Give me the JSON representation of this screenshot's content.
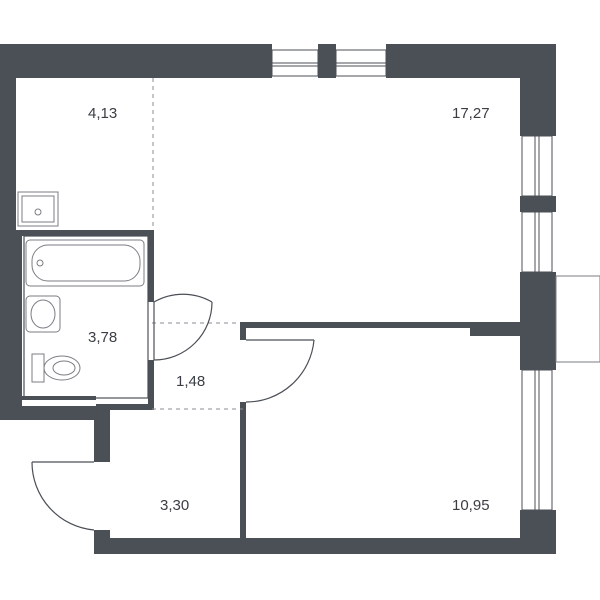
{
  "rooms": {
    "storage_top_left": "4,13",
    "living_room": "17,27",
    "bathroom": "3,78",
    "corridor": "1,48",
    "hall": "3,30",
    "bedroom": "10,95"
  }
}
